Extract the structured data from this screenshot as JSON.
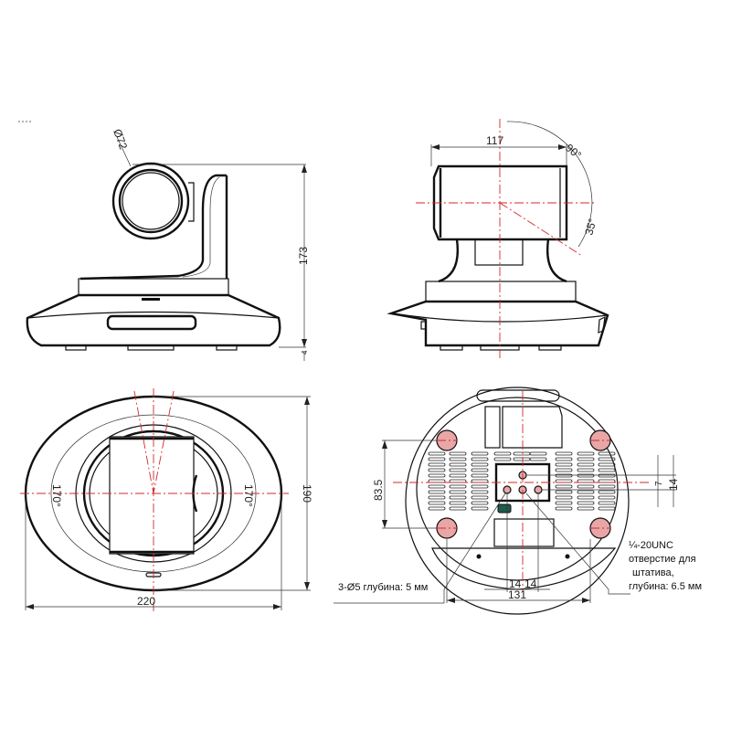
{
  "front_view": {
    "lens_diameter": "Ø72",
    "height": "173",
    "foot_height": "4"
  },
  "side_view": {
    "width": "117",
    "tilt_up": "90°",
    "tilt_down": "35°"
  },
  "top_view": {
    "pan_left": "170°",
    "pan_right": "170°",
    "width": "220",
    "depth": "190"
  },
  "bottom_view": {
    "foot_spacing_vertical": "83.5",
    "foot_spacing_horizontal": "131",
    "hole_offset_left": "14",
    "hole_offset_right": "14",
    "hole_offset_top": "7",
    "hole_spacing_vertical": "14",
    "note_holes": "3-Ø5 глубина: 5 мм",
    "note_tripod_line1": "¼-20UNC",
    "note_tripod_line2": "отверстие для",
    "note_tripod_line3": "штатива,",
    "note_tripod_line4": "глубина: 6.5 мм"
  },
  "colors": {
    "centerline": "#d2282e",
    "outline": "#111111"
  }
}
